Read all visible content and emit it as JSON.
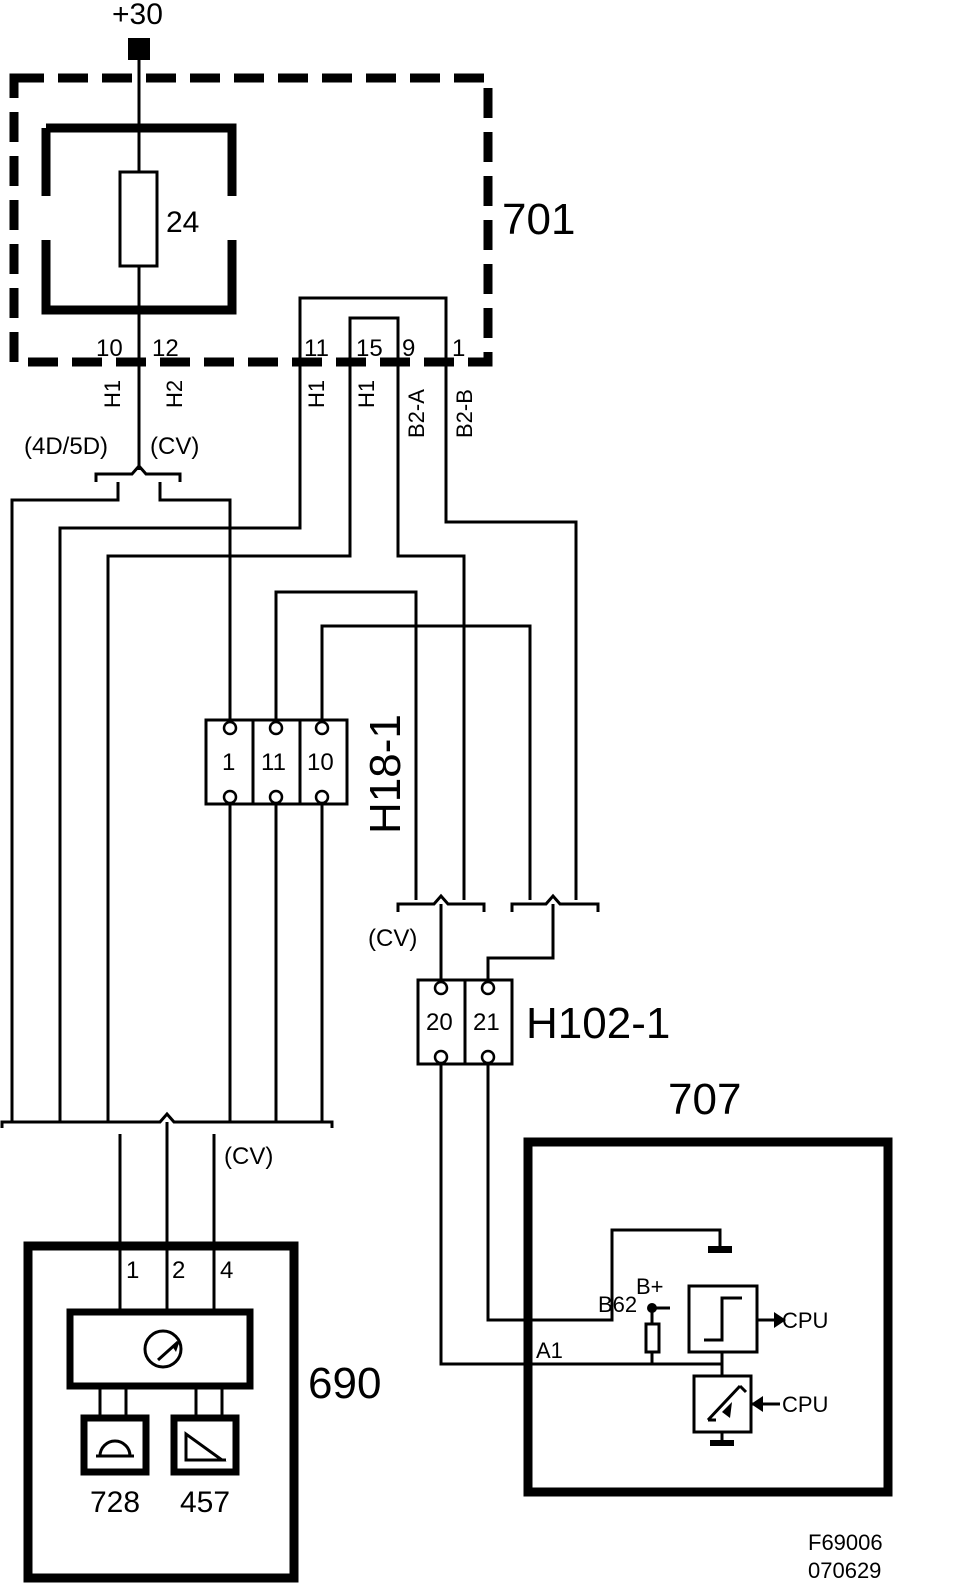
{
  "supply": {
    "label": "+30"
  },
  "fuse_box": {
    "id": "701",
    "fuse": "24"
  },
  "pins_701": {
    "p10": "10",
    "p12": "12",
    "p11": "11",
    "p15": "15",
    "p9": "9",
    "p1": "1"
  },
  "wire_codes": {
    "w10": "H1",
    "w12": "H2",
    "w11": "H1",
    "w15": "H1",
    "w9": "B2-A",
    "w1": "B2-B"
  },
  "variants": {
    "v4d5d": "(4D/5D)",
    "cv_top": "(CV)",
    "cv_mid": "(CV)",
    "cv_bottom": "(CV)"
  },
  "connector_h18": {
    "id": "H18-1",
    "pins": [
      "1",
      "11",
      "10"
    ]
  },
  "connector_h102": {
    "id": "H102-1",
    "pins": [
      "20",
      "21"
    ]
  },
  "module_707": {
    "id": "707",
    "labels": {
      "b62": "B62",
      "bplus": "B+",
      "a1": "A1",
      "cpu_out": "CPU",
      "cpu_in": "CPU"
    }
  },
  "module_690": {
    "id": "690",
    "pins": [
      "1",
      "2",
      "4"
    ],
    "sub_left": "728",
    "sub_right": "457"
  },
  "figure_ref": {
    "code": "F69006",
    "date": "070629"
  }
}
